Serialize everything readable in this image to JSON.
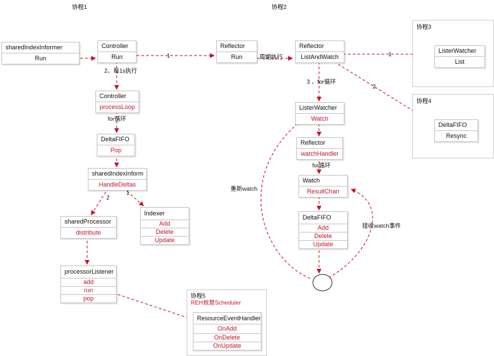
{
  "headers": {
    "goroutine1": "协程1",
    "goroutine2": "协程2"
  },
  "groups": {
    "g3": "协程3",
    "g4": "协程4",
    "g5": "协程5",
    "g5_note": "REH就是Scheduler"
  },
  "nodes": {
    "informer": {
      "title": "sharedIndexInformer",
      "rows": [
        "Run"
      ]
    },
    "controller": {
      "title": "Controller",
      "rows": [
        "Run"
      ]
    },
    "reflector1": {
      "title": "Reflector",
      "rows": [
        "Run"
      ]
    },
    "reflector2": {
      "title": "Reflector",
      "rows": [
        "ListAndWatch"
      ]
    },
    "listerwatcher_g3": {
      "title": "ListerWatcher",
      "rows": [
        "List"
      ]
    },
    "controller2": {
      "title": "Controller",
      "rows": [
        "processLoop"
      ]
    },
    "deltafifo1": {
      "title": "DeltaFIFO",
      "rows": [
        "Pop"
      ]
    },
    "sharedindexinform": {
      "title": "sharedIndexInform",
      "rows": [
        "HandleDeltas"
      ]
    },
    "indexer": {
      "title": "Indexer",
      "rows": [
        "Add",
        "Delete",
        "Update"
      ]
    },
    "sharedprocessor": {
      "title": "sharedProcessor",
      "rows": [
        "distribute"
      ]
    },
    "processorlistener": {
      "title": "processorListener",
      "rows": [
        "add",
        "run",
        "pop"
      ]
    },
    "resourceeventhandler": {
      "title": "ResourceEventHandler",
      "rows": [
        "OnAdd",
        "OnDelete",
        "OnUpdate"
      ]
    },
    "listerwatcher2": {
      "title": "ListerWatcher",
      "rows": [
        "Watch"
      ]
    },
    "reflector3": {
      "title": "Reflector",
      "rows": [
        "watchHandler"
      ]
    },
    "watch": {
      "title": "Watch",
      "rows": [
        "ResultChan"
      ]
    },
    "deltafifo2": {
      "title": "DeltaFIFO",
      "rows": [
        "Add",
        "Delete",
        "Update"
      ]
    },
    "deltafifo_g4": {
      "title": "DeltaFIFO",
      "rows": [
        "Resync"
      ]
    }
  },
  "edge_labels": {
    "ctrl_reflector": "1",
    "every1s": "2、每1s执行",
    "forloop1": "for循环",
    "periodic": "周期执行",
    "law_list": "1",
    "law_forloop": "3 、for循环",
    "law_resync": "2",
    "sii_indexer": "1",
    "sii_processor": "2",
    "forloop2": "for循环",
    "rewatch": "重新watch",
    "recv_watch": "接收watch事件"
  },
  "colors": {
    "edge": "#c0162c",
    "method_text": "#c0162c",
    "group_border": "#d0d0d0"
  }
}
